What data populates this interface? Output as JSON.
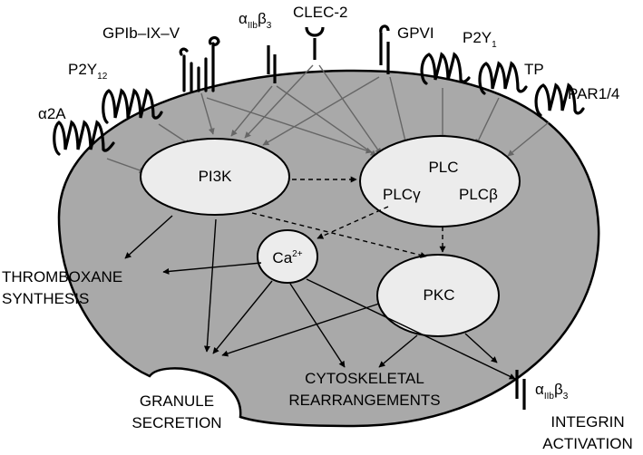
{
  "receptors": {
    "a2a": {
      "greek": "α",
      "text": "2A"
    },
    "p2y12": {
      "main": "P2Y",
      "sub": "12"
    },
    "gpib": "GPIb–IX–V",
    "aiib_b3_top": {
      "alpha": "α",
      "sub": "IIb",
      "beta": "β",
      "sub2": "3"
    },
    "clec2": "CLEC-2",
    "gpvi": "GPVI",
    "p2y1": {
      "main": "P2Y",
      "sub": "1"
    },
    "tp": "TP",
    "par": "PAR1/4"
  },
  "nodes": {
    "pi3k": "PI3K",
    "plc": "PLC",
    "plc_gamma": {
      "main": "PLC",
      "greek": "γ"
    },
    "plc_beta": {
      "main": "PLC",
      "greek": "β"
    },
    "ca": {
      "main": "Ca",
      "sup": "2+"
    },
    "pkc": "PKC"
  },
  "outcomes": {
    "thromboxane": [
      "THROMBOXANE",
      "SYNTHESIS"
    ],
    "granule": [
      "GRANULE",
      "SECRETION"
    ],
    "cytoskeletal": [
      "CYTOSKELETAL",
      "REARRANGEMENTS"
    ],
    "integrin": [
      "INTEGRIN",
      "ACTIVATION"
    ],
    "aiib_b3_bottom": {
      "alpha": "α",
      "sub": "IIb",
      "beta": "β",
      "sub2": "3"
    }
  },
  "colors": {
    "cell_fill": "#a9a9a9",
    "node_fill": "#ececec",
    "stroke": "#000000",
    "arrow_fill": "#ffffff"
  }
}
